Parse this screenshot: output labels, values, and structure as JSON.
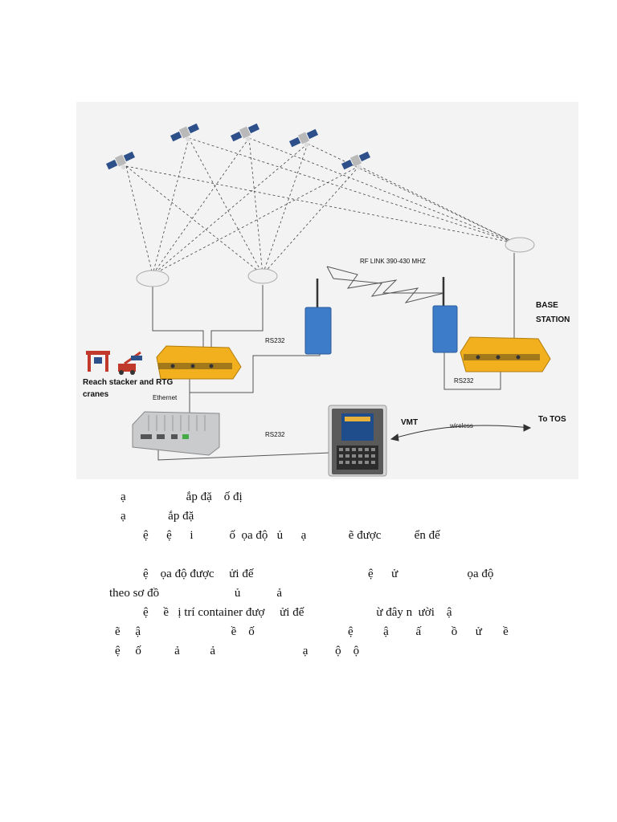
{
  "diagram": {
    "labels": {
      "rf_link": "RF LINK 390-430 MHZ",
      "base_station_1": "BASE",
      "base_station_2": "STATION",
      "rs232_top": "RS232",
      "rs232_right": "RS232",
      "rs232_bottom": "RS232",
      "crane_1": "Reach stacker and RTG",
      "crane_2": "cranes",
      "ethernet": "Ethernet",
      "vmt": "VMT",
      "wireless": "wireless",
      "to_tos": "To TOS"
    },
    "colors": {
      "receiver_yellow": "#f2b01e",
      "radio_blue": "#3d7cc9",
      "antenna_white": "#f0f0f0",
      "pc_gray": "#c9cbcd",
      "line": "#555555"
    }
  },
  "body_text": [
    "ạ                    ắp đặ    ố đị",
    "ạ              ắp đặ",
    "ệ      ệ      i            ố  ọa độ   ủ      ạ              ẽ được           ển đế",
    "ệ    ọa độ được     ửi đế                                      ệ      ử                       ọa độ",
    "theo sơ đồ                         ủ            ả",
    "ệ     ề   ị trí container đượ     ửi đế                        ừ đây n  ười    ậ",
    "ẽ     ậ                              ề    ố                               ệ          ậ         ấ          ồ      ử       ề",
    "ệ     ố           ả          ả                             ạ         ộ    ộ"
  ]
}
